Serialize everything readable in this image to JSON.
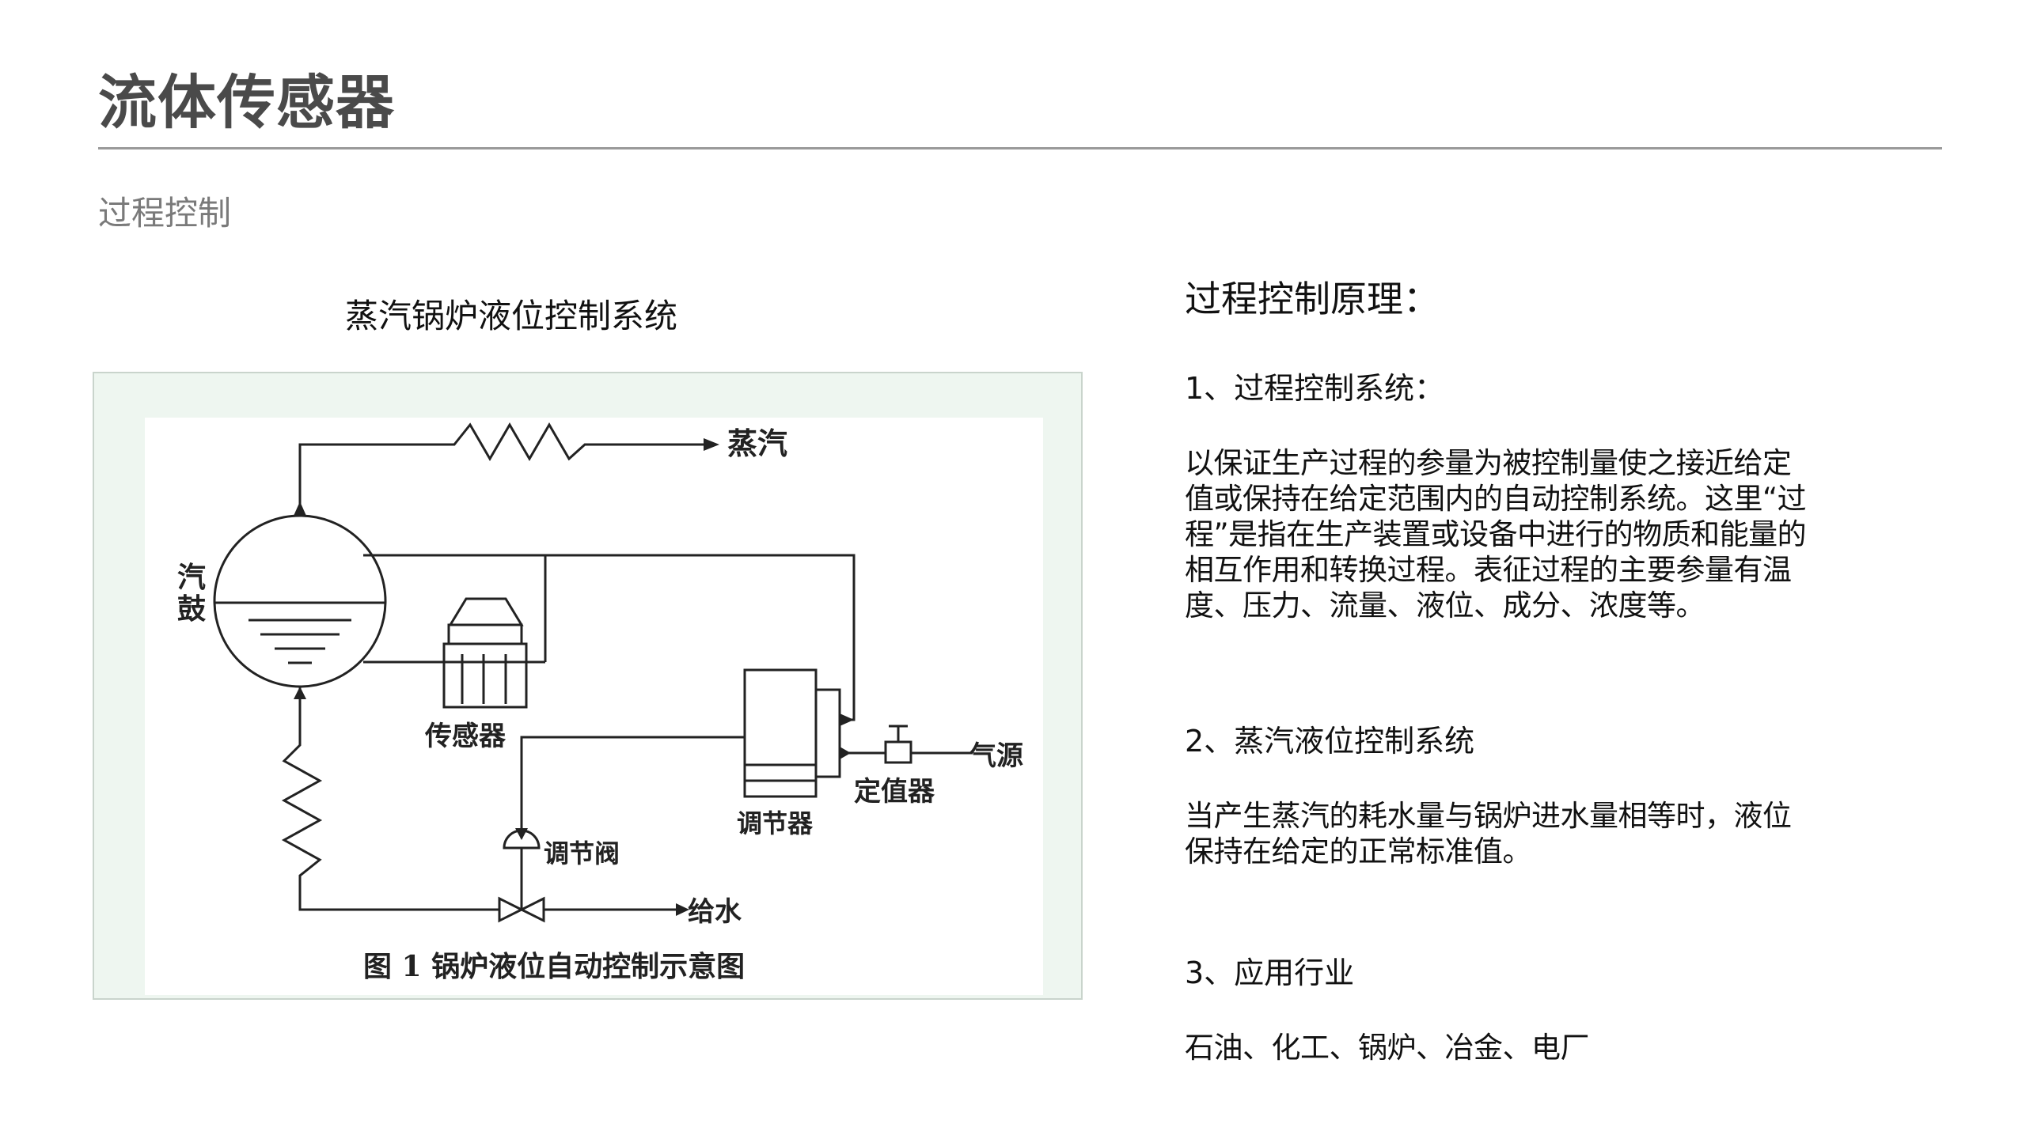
{
  "header": {
    "title": "流体传感器",
    "subtitle": "过程控制"
  },
  "figure": {
    "caption": "蒸汽锅炉液位控制系统",
    "labels": {
      "steam": "蒸汽",
      "drum_1": "汽",
      "drum_2": "鼓",
      "sensor": "传感器",
      "controller": "调节器",
      "setter": "定值器",
      "air_source": "气源",
      "valve": "调节阀",
      "feed_water": "给水",
      "figure_title": "图 1   锅炉液位自动控制示意图"
    }
  },
  "principle": {
    "heading": "过程控制原理：",
    "section1_title": "1、过程控制系统：",
    "section1_text": "以保证生产过程的参量为被控制量使之接近给定值或保持在给定范围内的自动控制系统。这里“过程”是指在生产装置或设备中进行的物质和能量的相互作用和转换过程。表征过程的主要参量有温度、压力、流量、液位、成分、浓度等。",
    "section2_title": "2、蒸汽液位控制系统",
    "section2_text": "当产生蒸汽的耗水量与锅炉进水量相等时，液位保持在给定的正常标准值。",
    "section3_title": "3、应用行业",
    "section3_text": "石油、化工、锅炉、冶金、电厂"
  }
}
